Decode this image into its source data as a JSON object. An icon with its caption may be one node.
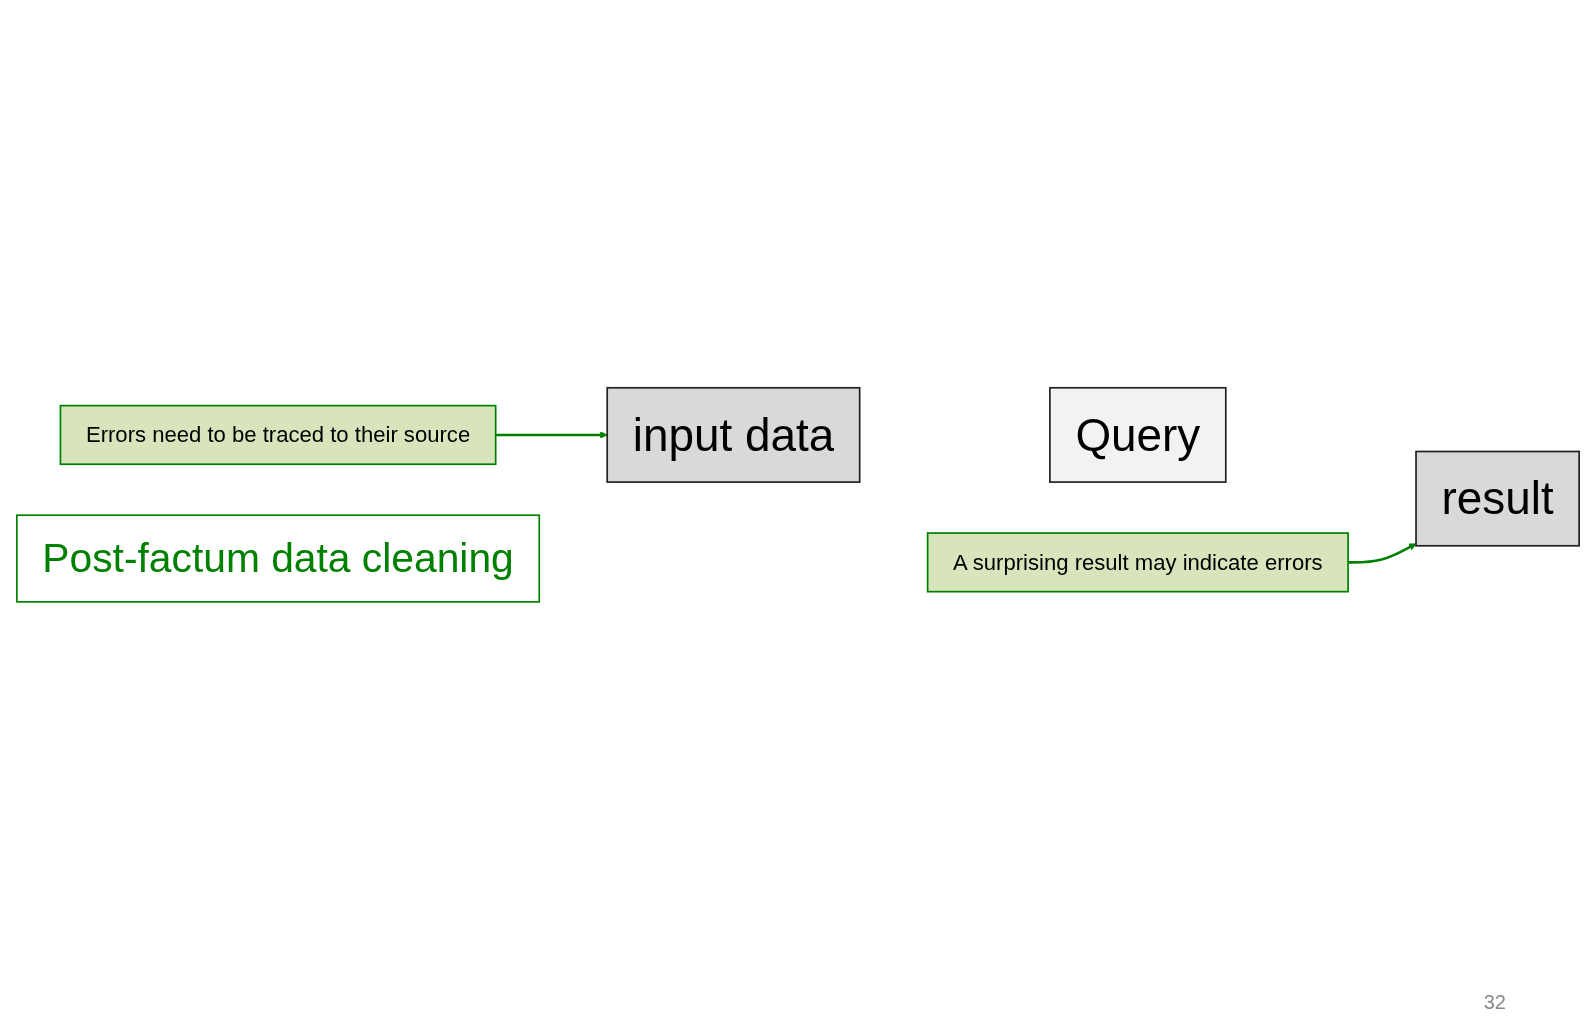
{
  "diagram": {
    "nodes": [
      {
        "text": [
          "input data"
        ]
      },
      {
        "text": [
          "Query"
        ]
      },
      {
        "text": [
          "result"
        ]
      },
      {
        "text": [
          "A surprising result may indicate errors"
        ]
      },
      {
        "text": [
          "Errors need to be traced to their source"
        ]
      },
      {
        "text": [
          "Post-factum data cleaning"
        ]
      }
    ],
    "edges": [
      {
        "from": 3,
        "to": 2,
        "arrow": "to"
      },
      {
        "from": 4,
        "to": 0,
        "arrow": "to"
      }
    ],
    "labels": [
      "32"
    ]
  }
}
